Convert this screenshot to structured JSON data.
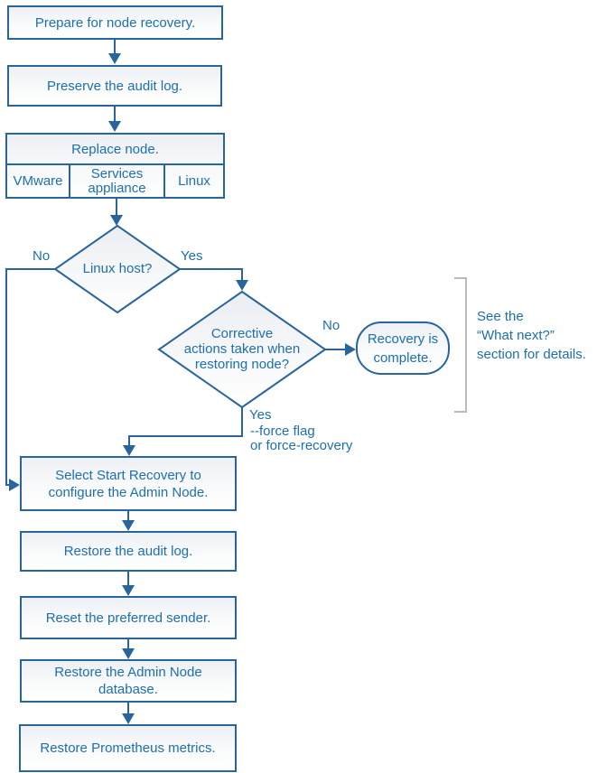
{
  "diagram_type": "flowchart",
  "colors": {
    "line": "#27659c",
    "text": "#1d6fae",
    "bracket": "#b9bcbf",
    "node_fill_top": "#edf0f4",
    "node_fill_bottom": "#ffffff"
  },
  "nodes": {
    "prepare": {
      "label": "Prepare for node recovery."
    },
    "preserve": {
      "label": "Preserve the audit log."
    },
    "replace": {
      "label": "Replace node.",
      "options": [
        "VMware",
        "Services appliance",
        "Linux"
      ]
    },
    "linux_host": {
      "label": "Linux host?"
    },
    "corrective": {
      "label": "Corrective actions taken when restoring node?",
      "lines": [
        "Corrective",
        "actions taken when",
        "restoring node?"
      ]
    },
    "recovery_complete": {
      "label": "Recovery is complete.",
      "lines": [
        "Recovery is",
        "complete."
      ]
    },
    "select_start": {
      "label": "Select Start Recovery to configure the Admin Node.",
      "lines": [
        "Select Start Recovery to",
        "configure the Admin Node."
      ]
    },
    "restore_audit": {
      "label": "Restore the audit log."
    },
    "reset_sender": {
      "label": "Reset the preferred sender."
    },
    "restore_db": {
      "label": "Restore the Admin Node database.",
      "lines": [
        "Restore the Admin Node",
        "database."
      ]
    },
    "restore_prometheus": {
      "label": "Restore Prometheus metrics."
    }
  },
  "labels": {
    "linux_host_no": "No",
    "linux_host_yes": "Yes",
    "corrective_no": "No",
    "corrective_yes": "Yes",
    "force_flag": "--force flag",
    "force_recovery": "or force-recovery"
  },
  "note": {
    "lines": [
      "See the",
      "“What next?”",
      "section for details."
    ]
  },
  "edges": [
    {
      "from": "prepare",
      "to": "preserve"
    },
    {
      "from": "preserve",
      "to": "replace"
    },
    {
      "from": "replace",
      "to": "linux_host"
    },
    {
      "from": "linux_host",
      "to": "select_start",
      "label": "No"
    },
    {
      "from": "linux_host",
      "to": "corrective",
      "label": "Yes"
    },
    {
      "from": "corrective",
      "to": "recovery_complete",
      "label": "No"
    },
    {
      "from": "corrective",
      "to": "select_start",
      "label": "Yes --force flag or force-recovery"
    },
    {
      "from": "select_start",
      "to": "restore_audit"
    },
    {
      "from": "restore_audit",
      "to": "reset_sender"
    },
    {
      "from": "reset_sender",
      "to": "restore_db"
    },
    {
      "from": "restore_db",
      "to": "restore_prometheus"
    }
  ]
}
